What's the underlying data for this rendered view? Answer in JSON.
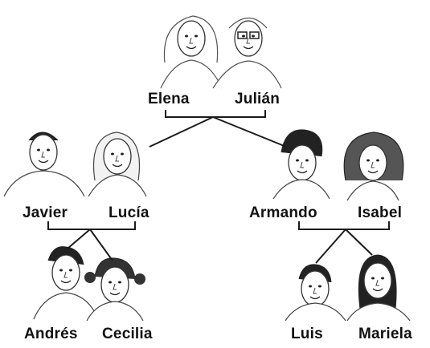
{
  "people": {
    "elena": "Elena",
    "julian": "Julián",
    "javier": "Javier",
    "lucia": "Lucía",
    "armando": "Armando",
    "isabel": "Isabel",
    "andres": "Andrés",
    "cecilia": "Cecilia",
    "luis": "Luis",
    "mariela": "Mariela"
  },
  "colors": {
    "ink": "#111111",
    "line": "#1a1a1a",
    "sketch": "#333333"
  }
}
